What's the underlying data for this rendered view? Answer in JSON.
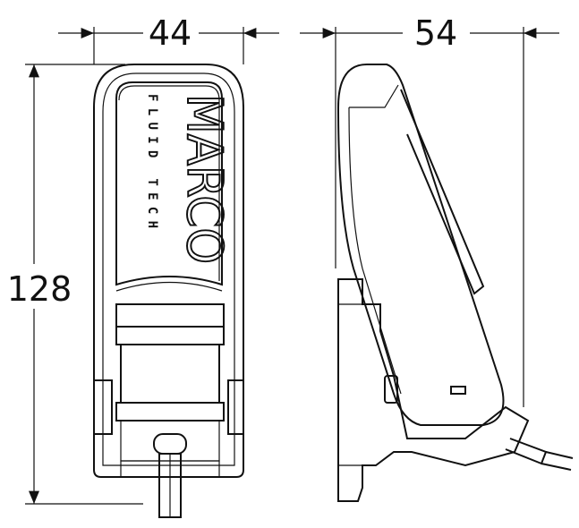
{
  "dimensions": {
    "width_front": "44",
    "depth_side": "54",
    "height": "128"
  },
  "logo": {
    "brand": "MARCO",
    "subtitle": "FLUID TECH"
  }
}
